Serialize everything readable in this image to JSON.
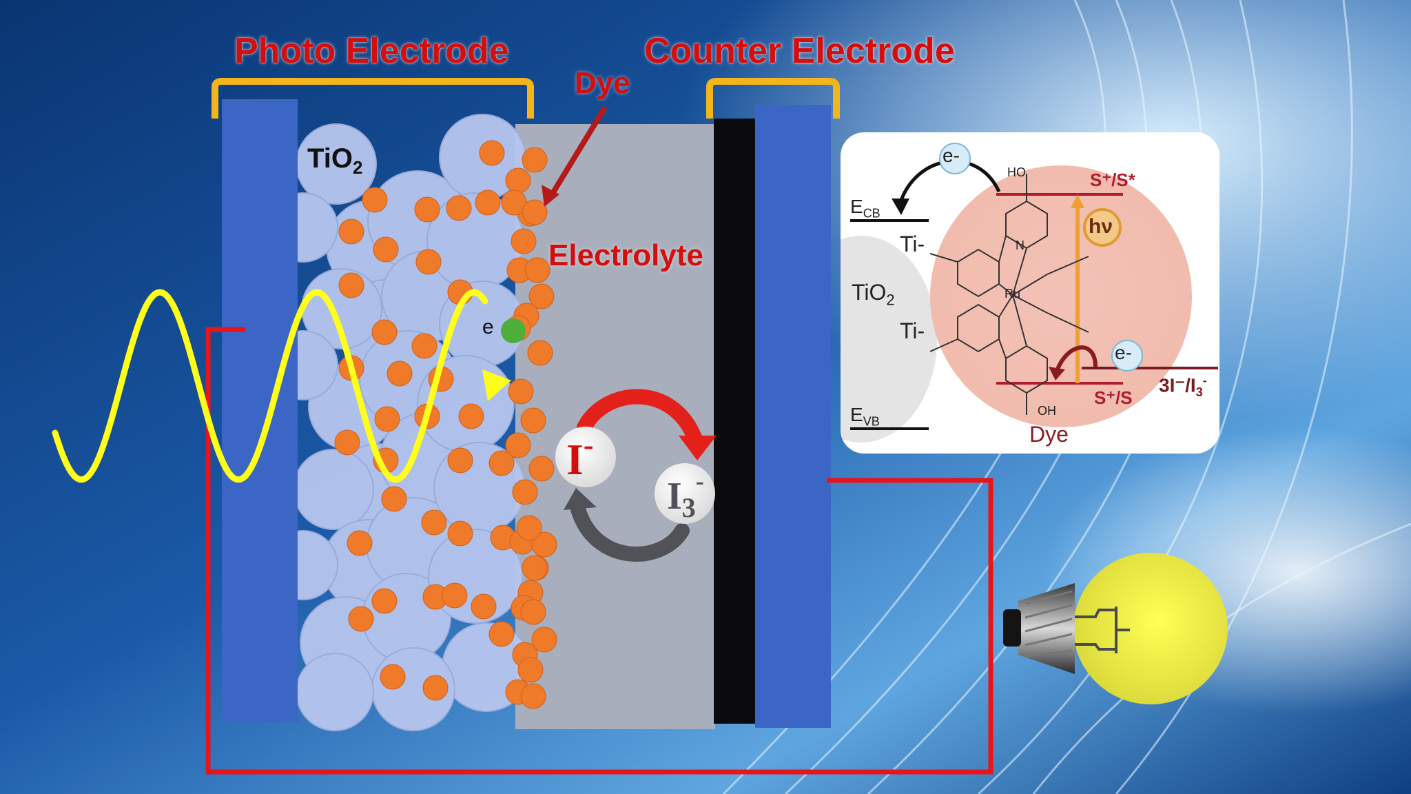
{
  "labels": {
    "photo_electrode": "Photo Electrode",
    "counter_electrode": "Counter Electrode",
    "dye": "Dye",
    "electrolyte": "Electrolyte",
    "tio2": "TiO",
    "tio2_sub": "2",
    "electron": "e",
    "iodide": "I",
    "iodide_sup": "-",
    "triiodide": "I",
    "triiodide_sub": "3",
    "triiodide_sup": "-"
  },
  "inset": {
    "electron_top": "e-",
    "electron_bottom": "e-",
    "ecb": "E",
    "ecb_sub": "CB",
    "evb": "E",
    "evb_sub": "VB",
    "ti_top": "Ti-",
    "ti_bottom": "Ti-",
    "tio2": "TiO",
    "tio2_sub": "2",
    "excited_state": "S⁺/S*",
    "ground_state": "S⁺/S",
    "photon": "hν",
    "redox": "3I⁻/I",
    "redox_sub": "3",
    "redox_sup": "-",
    "dye": "Dye",
    "ho": "HO",
    "oh": "OH",
    "ru": "Ru",
    "n": "N"
  },
  "colors": {
    "title_red": "#d40d0d",
    "bracket_orange": "#f4b51c",
    "electrode_blue": "#3a67c8",
    "tio2_particle": "#b9c7ee",
    "dye_orange": "#ef7a2a",
    "electrolyte_gray": "#a8aebb",
    "circuit_red": "#e8141a",
    "light_yellow": "#ffff1a",
    "bulb_yellow": "#f0f04a"
  }
}
